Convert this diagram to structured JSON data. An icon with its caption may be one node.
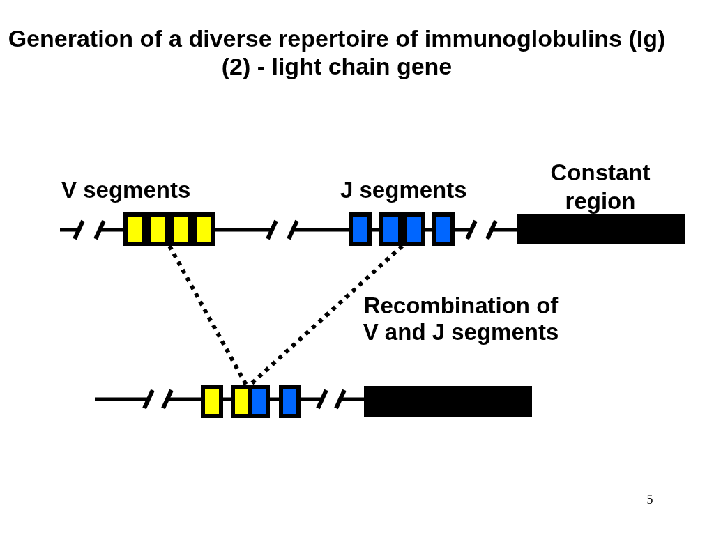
{
  "diagram": {
    "title": "Generation of a diverse repertoire of immunoglobulins (Ig) (2) - light chain gene",
    "nodes": [
      {
        "text": [],
        "shape": "box"
      },
      {
        "text": [],
        "shape": "box"
      },
      {
        "text": [],
        "shape": "box"
      },
      {
        "text": [],
        "shape": "box"
      },
      {
        "text": [],
        "shape": "box"
      },
      {
        "text": [],
        "shape": "box"
      },
      {
        "text": [],
        "shape": "box"
      },
      {
        "text": [],
        "shape": "box"
      },
      {
        "text": [],
        "shape": "bar"
      },
      {
        "text": [],
        "shape": "box"
      },
      {
        "text": [],
        "shape": "box"
      },
      {
        "text": [],
        "shape": "box"
      },
      {
        "text": [],
        "shape": "box"
      },
      {
        "text": [],
        "shape": "bar"
      }
    ],
    "edges": [
      {
        "from": 1,
        "to": 10,
        "arrow": "none",
        "style": "dashed"
      },
      {
        "from": 6,
        "to": 11,
        "arrow": "none",
        "style": "dashed"
      }
    ],
    "labels": [
      "V segments",
      "J segments",
      "Constant region",
      "Recombination of V and J segments",
      "5"
    ]
  }
}
